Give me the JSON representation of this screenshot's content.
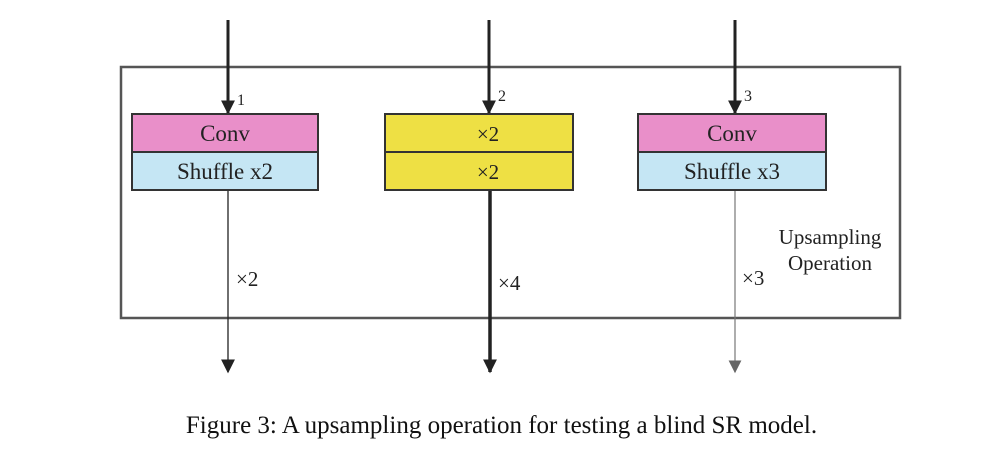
{
  "diagram": {
    "branch1": {
      "index": "1",
      "top_label": "Conv",
      "bottom_label": "Shuffle x2",
      "output_label": "×2"
    },
    "branch2": {
      "index": "2",
      "top_label": "×2",
      "bottom_label": "×2",
      "output_label": "×4"
    },
    "branch3": {
      "index": "3",
      "top_label": "Conv",
      "bottom_label": "Shuffle x3",
      "output_label": "×3"
    },
    "group_label_line1": "Upsampling",
    "group_label_line2": "Operation",
    "colors": {
      "conv": "#e98fc9",
      "shuffle": "#c5e6f4",
      "interp": "#eee044",
      "border": "#555555"
    }
  },
  "caption": "Figure 3: A upsampling operation for testing a blind SR model."
}
